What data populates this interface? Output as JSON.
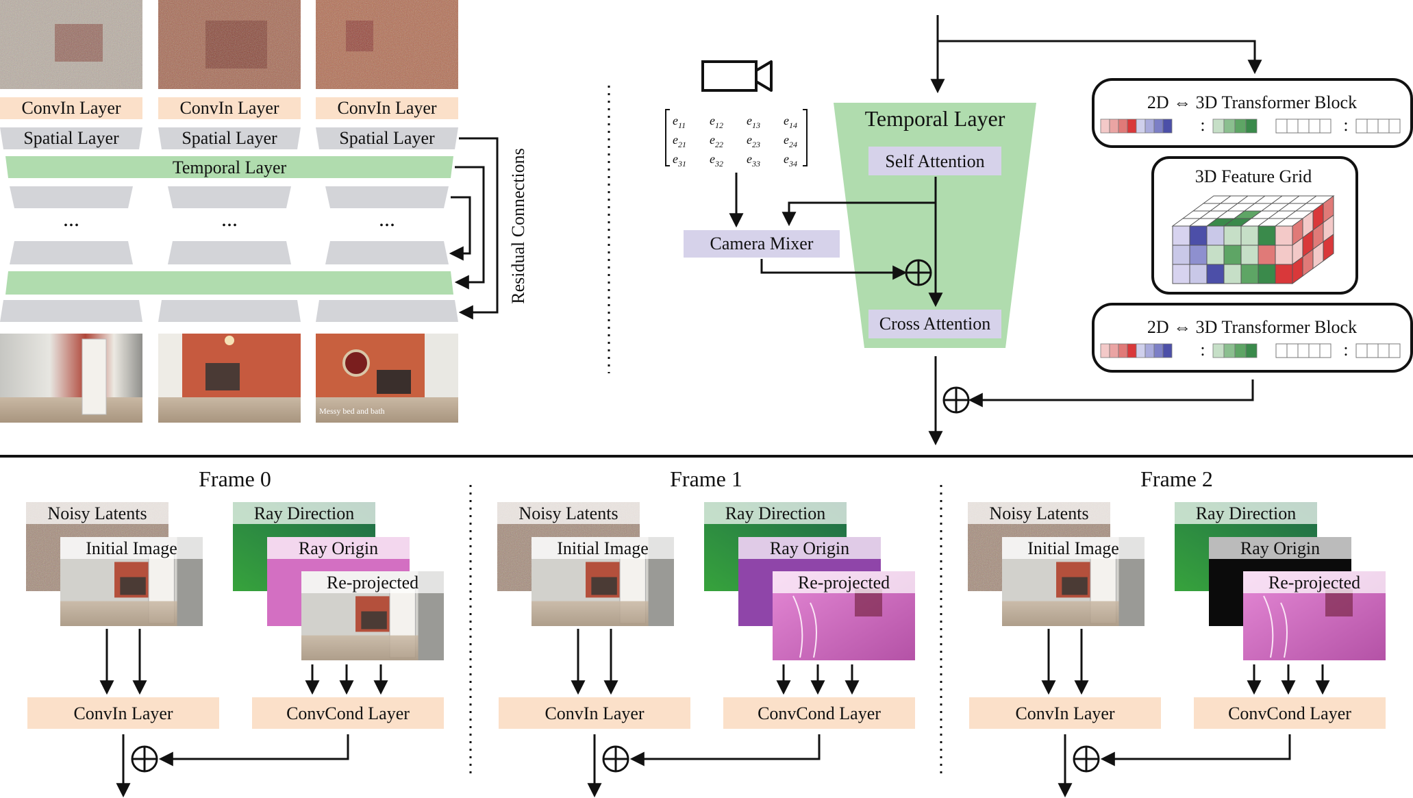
{
  "left_panel": {
    "convin_label": "ConvIn Layer",
    "spatial_label": "Spatial Layer",
    "temporal_label": "Temporal Layer",
    "ellipsis": "...",
    "residual_label": "Residual Connections",
    "caption_text": "Messy bed and bath"
  },
  "top_right": {
    "temporal_layer_label": "Temporal Layer",
    "self_attention_label": "Self Attention",
    "cross_attention_label": "Cross Attention",
    "camera_mixer_label": "Camera Mixer",
    "transformer_block_label": "2D ⇔ 3D Transformer Block",
    "feature_grid_label": "3D Feature Grid",
    "matrix": [
      [
        "e11",
        "e12",
        "e13",
        "e14"
      ],
      [
        "e21",
        "e22",
        "e23",
        "e24"
      ],
      [
        "e31",
        "e32",
        "e33",
        "e34"
      ]
    ],
    "colors": {
      "green": "#b0dcae",
      "lavender": "#d6d2ea",
      "peach": "#fbe0c9",
      "gray": "#d3d4d8",
      "dark_green": "#3a8a4b",
      "blue": "#4c4fa8",
      "red": "#d9383a"
    }
  },
  "frames": [
    {
      "title": "Frame 0",
      "noisy_latents": "Noisy Latents",
      "initial_image": "Initial Image",
      "ray_direction": "Ray Direction",
      "ray_origin": "Ray Origin",
      "reprojected": "Re-projected",
      "convin_label": "ConvIn Layer",
      "convcond_label": "ConvCond Layer",
      "ray_origin_color": "#d36fc2",
      "reprojected_style": "photo"
    },
    {
      "title": "Frame 1",
      "noisy_latents": "Noisy Latents",
      "initial_image": "Initial Image",
      "ray_direction": "Ray Direction",
      "ray_origin": "Ray Origin",
      "reprojected": "Re-projected",
      "convin_label": "ConvIn Layer",
      "convcond_label": "ConvCond Layer",
      "ray_origin_color": "#8f45a9",
      "reprojected_style": "pink"
    },
    {
      "title": "Frame 2",
      "noisy_latents": "Noisy Latents",
      "initial_image": "Initial Image",
      "ray_direction": "Ray Direction",
      "ray_origin": "Ray Origin",
      "reprojected": "Re-projected",
      "convin_label": "ConvIn Layer",
      "convcond_label": "ConvCond Layer",
      "ray_origin_color": "#0b0b0b",
      "reprojected_style": "pink"
    }
  ]
}
